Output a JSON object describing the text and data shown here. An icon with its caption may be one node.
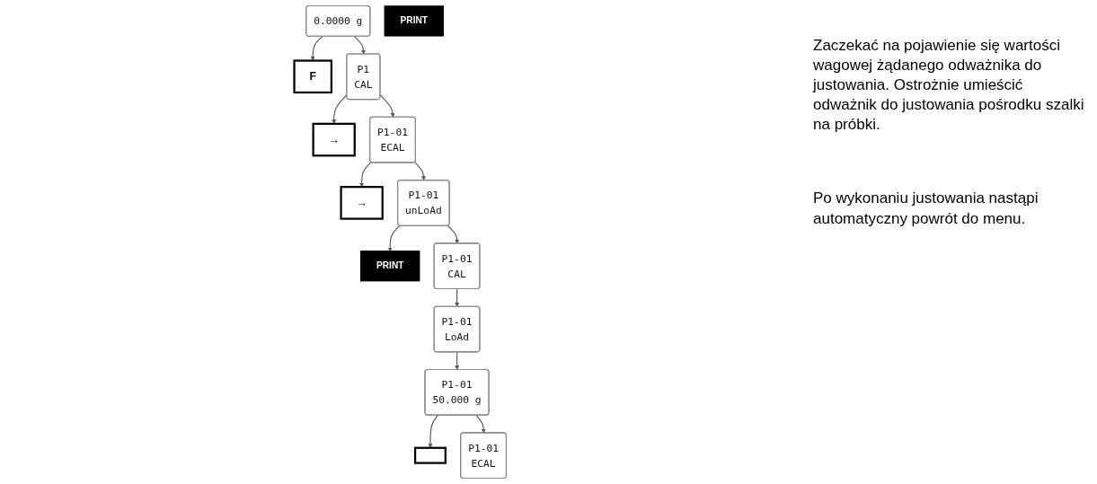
{
  "diagram": {
    "nodes": [
      {
        "text": [
          "0.0000 g"
        ]
      },
      {
        "text": [
          "F"
        ]
      },
      {
        "text": [
          "P1",
          "CAL"
        ]
      },
      {
        "text": [
          "→"
        ]
      },
      {
        "text": [
          "P1-01",
          "ECAL"
        ]
      },
      {
        "text": [
          "→"
        ]
      },
      {
        "text": [
          "P1-01",
          "unLoAd"
        ]
      },
      {
        "text": [
          "PRINT"
        ]
      },
      {
        "text": [
          "P1-01",
          "CAL"
        ]
      },
      {
        "text": [
          "P1-01",
          "LoAd"
        ]
      },
      {
        "text": [
          "P1-01",
          "50.000 g"
        ]
      },
      {
        "text": [
          "P1-01",
          "ECAL"
        ]
      },
      {
        "text": [],
        "shape": "box"
      },
      {
        "text": [
          "PRINT"
        ]
      }
    ],
    "edges": [
      {
        "from": 0,
        "to": 1,
        "arrow": "to"
      },
      {
        "from": 0,
        "to": 2,
        "arrow": "to"
      },
      {
        "from": 2,
        "to": 3,
        "arrow": "to"
      },
      {
        "from": 2,
        "to": 4,
        "arrow": "to"
      },
      {
        "from": 4,
        "to": 5,
        "arrow": "to"
      },
      {
        "from": 4,
        "to": 6,
        "arrow": "to"
      },
      {
        "from": 6,
        "to": 7,
        "arrow": "to"
      },
      {
        "from": 6,
        "to": 8,
        "arrow": "to"
      },
      {
        "from": 8,
        "to": 9,
        "arrow": "to"
      },
      {
        "from": 9,
        "to": 10,
        "arrow": "to"
      },
      {
        "from": 10,
        "to": 12,
        "arrow": "to"
      },
      {
        "from": 10,
        "to": 11,
        "arrow": "to"
      }
    ],
    "labels": [
      "Zaczekać na pojawienie się wartości wagowej żądanego odważnika do justowania. Ostrożnie umieścić odważnik do justowania pośrodku szalki na próbki.",
      "Po wykonaniu justowania nastąpi automatyczny powrót do menu."
    ]
  }
}
